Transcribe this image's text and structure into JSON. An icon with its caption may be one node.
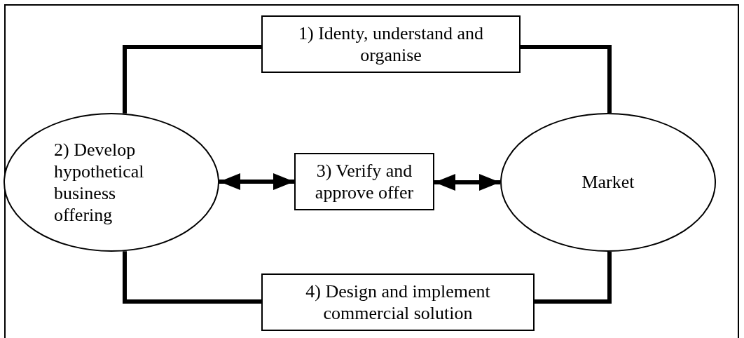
{
  "diagram": {
    "nodes": [
      {
        "text": [
          "1) Identy, understand and organise"
        ]
      },
      {
        "text": [
          "2) Develop hypothetical business offering"
        ]
      },
      {
        "text": [
          "3) Verify and approve offer"
        ]
      },
      {
        "text": [
          "Market"
        ]
      },
      {
        "text": [
          "4) Design and implement commercial solution"
        ]
      }
    ],
    "edges": [
      {
        "from": 1,
        "to": 0,
        "arrow": "none"
      },
      {
        "from": 0,
        "to": 3,
        "arrow": "none"
      },
      {
        "from": 1,
        "to": 2,
        "arrow": "both"
      },
      {
        "from": 2,
        "to": 3,
        "arrow": "both"
      },
      {
        "from": 1,
        "to": 4,
        "arrow": "none"
      },
      {
        "from": 4,
        "to": 3,
        "arrow": "none"
      }
    ]
  }
}
